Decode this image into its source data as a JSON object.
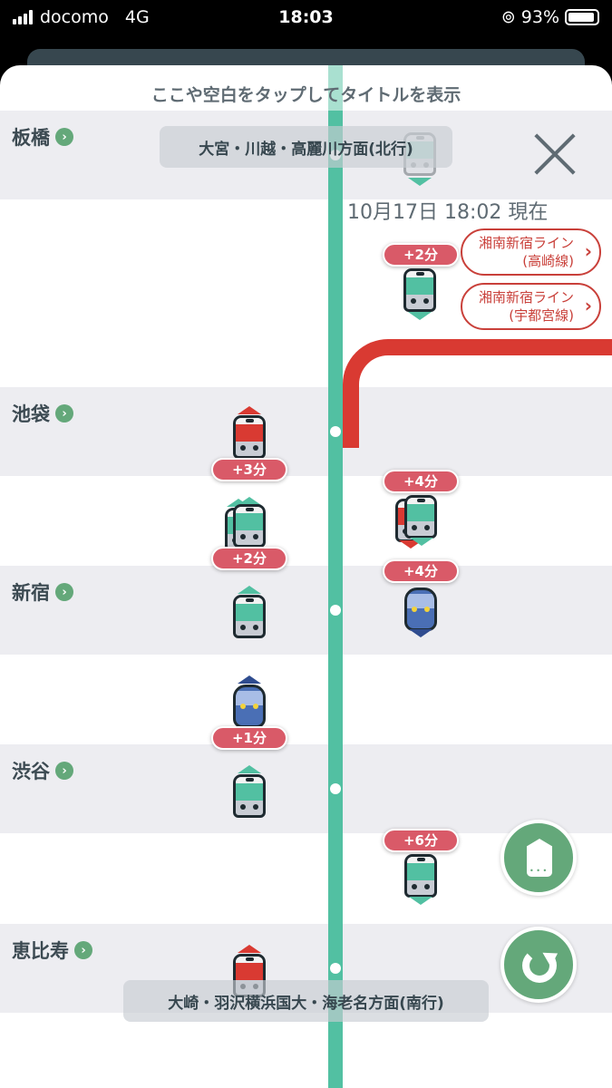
{
  "status_bar": {
    "carrier": "docomo",
    "network": "4G",
    "time": "18:03",
    "battery": "93%"
  },
  "hint": "ここや空白をタップしてタイトルを表示",
  "stations": [
    {
      "name": "板橋"
    },
    {
      "name": "池袋"
    },
    {
      "name": "新宿"
    },
    {
      "name": "渋谷"
    },
    {
      "name": "恵比寿"
    }
  ],
  "direction_north": "大宮・川越・高麗川方面(北行)",
  "direction_south": "大崎・羽沢横浜国大・海老名方面(南行)",
  "timestamp": "10月17日 18:02 現在",
  "line_buttons": [
    {
      "line1": "湘南新宿ライン",
      "line2": "(高崎線)"
    },
    {
      "line1": "湘南新宿ライン",
      "line2": "(宇都宮線)"
    }
  ],
  "delays": [
    "+2分",
    "+3分",
    "+4分",
    "+2分",
    "+4分",
    "+1分",
    "+6分"
  ],
  "colors": {
    "line": "#52c0a2",
    "delay": "#d95a68",
    "accent": "#64a87a",
    "shonan": "#d93a32"
  }
}
